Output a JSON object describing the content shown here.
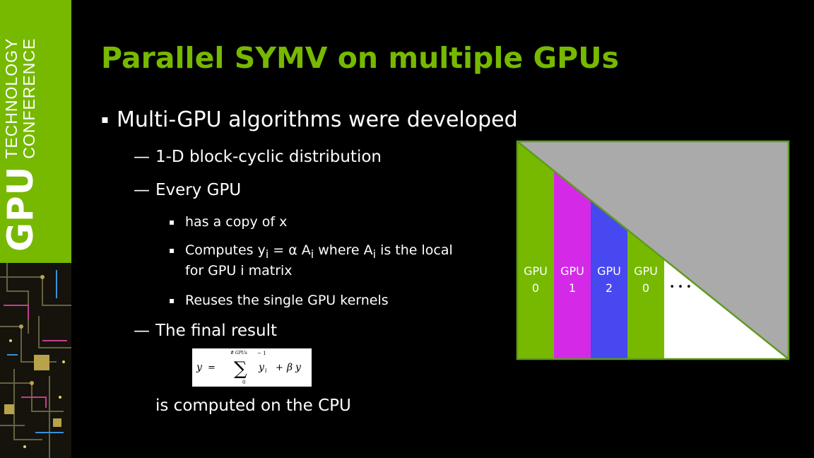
{
  "branding": {
    "gpu": "GPU",
    "line1": "TECHNOLOGY",
    "line2": "CONFERENCE"
  },
  "title": "Parallel SYMV on multiple GPUs",
  "bullets": {
    "level1_marker": "▪",
    "level2_marker": "—",
    "level3_marker": "▪",
    "b1": "Multi-GPU algorithms were developed",
    "b1_1": "1-D block-cyclic distribution",
    "b1_2": "Every GPU",
    "b1_2_1": "has a copy of x",
    "b1_2_2": {
      "p1": "Computes y",
      "sub1": "i",
      "p2": " = α A",
      "sub2": "i",
      "p3": " where A",
      "sub3": "i",
      "p4": " is the local",
      "line2": "for GPU i matrix"
    },
    "b1_2_3": "Reuses the single GPU kernels",
    "b1_3": "The final result",
    "b1_3_cont": "is computed on the CPU"
  },
  "formula": {
    "lhs": "y",
    "eq": "=",
    "sum": "∑",
    "upper": "# GPUs",
    "minus_one": "− 1",
    "lower": "0",
    "term": "y",
    "term_sub": "i",
    "plus": "+",
    "beta": "β",
    "y2": "y"
  },
  "diagram": {
    "labels": [
      {
        "top": "GPU",
        "bottom": "0"
      },
      {
        "top": "GPU",
        "bottom": "1"
      },
      {
        "top": "GPU",
        "bottom": "2"
      },
      {
        "top": "GPU",
        "bottom": "0"
      }
    ],
    "ellipsis": "• • •",
    "column_colors": [
      "#76b900",
      "#d42ae8",
      "#4848f0",
      "#76b900"
    ],
    "upper_fill": "#aaaaaa",
    "lower_fill": "#ffffff",
    "border_color": "#5e9a1e"
  },
  "colors": {
    "accent": "#76b900",
    "background": "#000000",
    "text": "#ffffff"
  }
}
